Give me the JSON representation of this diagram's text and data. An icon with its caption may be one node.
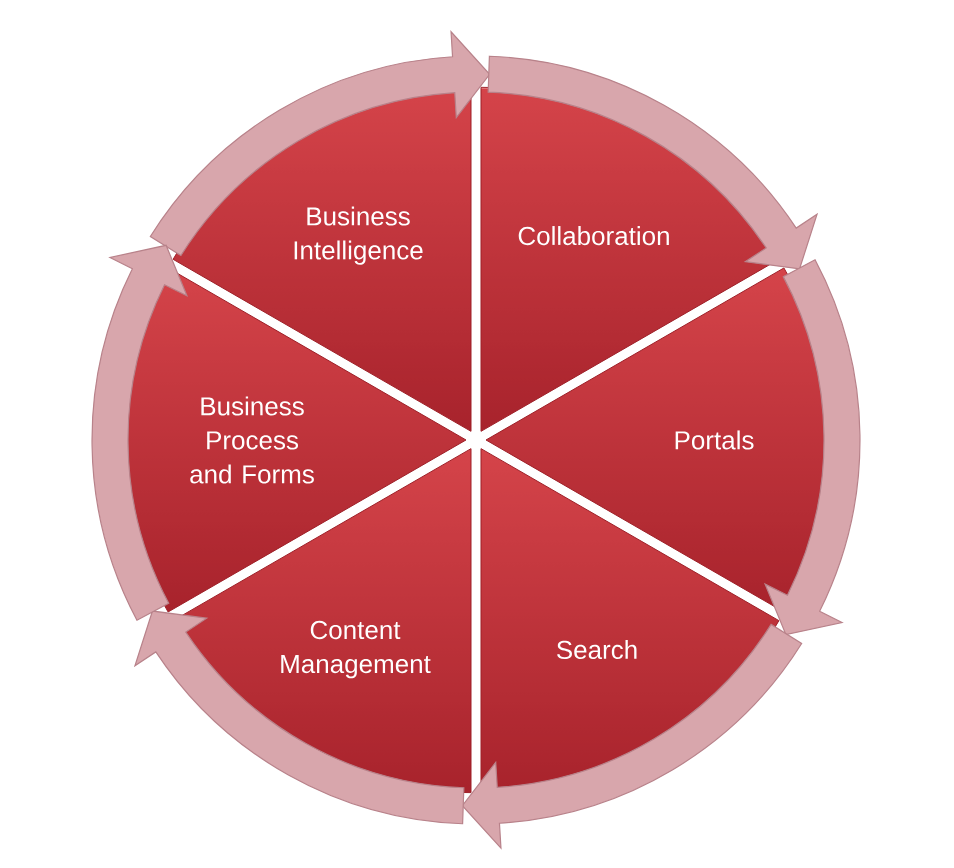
{
  "diagram": {
    "nodes": [
      {
        "text": [
          "Business Intelligence"
        ]
      },
      {
        "text": [
          "Collaboration"
        ]
      },
      {
        "text": [
          "Portals"
        ]
      },
      {
        "text": [
          "Search"
        ]
      },
      {
        "text": [
          "Content Management"
        ]
      },
      {
        "text": [
          "Business Process and Forms"
        ]
      }
    ],
    "edges": [
      {
        "from": 0,
        "to": 1,
        "arrow": "to"
      },
      {
        "from": 1,
        "to": 2,
        "arrow": "to"
      },
      {
        "from": 2,
        "to": 3,
        "arrow": "to"
      },
      {
        "from": 3,
        "to": 4,
        "arrow": "to"
      },
      {
        "from": 4,
        "to": 5,
        "arrow": "to"
      },
      {
        "from": 5,
        "to": 0,
        "arrow": "to"
      }
    ]
  }
}
